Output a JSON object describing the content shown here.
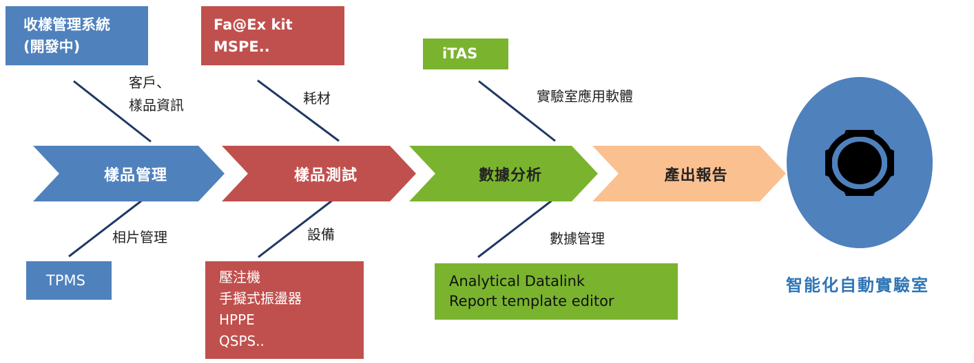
{
  "stages": [
    {
      "label": "樣品管理",
      "color": "#4f81bd",
      "text_color": "#ffffff"
    },
    {
      "label": "樣品測試",
      "color": "#c0504d",
      "text_color": "#ffffff"
    },
    {
      "label": "數據分析",
      "color": "#7ab42e",
      "text_color": "#222222"
    },
    {
      "label": "產出報告",
      "color": "#fac090",
      "text_color": "#222222"
    }
  ],
  "top_boxes": {
    "sample_system": {
      "lines": [
        "收樣管理系統",
        "(開發中)"
      ]
    },
    "consumables_box": {
      "lines": [
        "Fa@Ex kit",
        "MSPE.."
      ]
    },
    "itas_box": {
      "lines": [
        "iTAS"
      ]
    }
  },
  "bottom_boxes": {
    "tpms_box": {
      "lines": [
        "TPMS"
      ]
    },
    "equipment_box": {
      "lines": [
        "壓注機",
        "手擬式振盪器",
        "HPPE",
        "QSPS.."
      ]
    },
    "data_box": {
      "lines": [
        "Analytical Datalink",
        "Report template editor"
      ]
    }
  },
  "branch_labels": {
    "customer_info": [
      "客戶、",
      "樣品資訊"
    ],
    "consumables": "耗材",
    "lab_software": "實驗室應用軟體",
    "photo_mgmt": "相片管理",
    "equipment": "設備",
    "data_mgmt": "數據管理"
  },
  "goal": {
    "label": "智能化自動實驗室",
    "icon": "gear-icon",
    "circle_color": "#4f81bd"
  }
}
